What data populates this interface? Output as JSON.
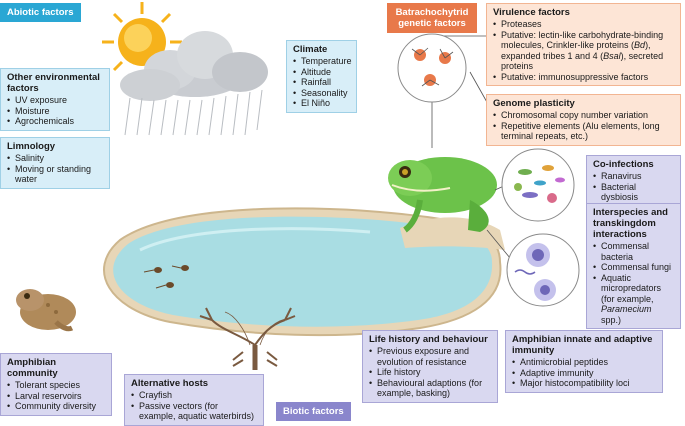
{
  "tags": {
    "abiotic": "Abiotic factors",
    "genetic": "Batrachochytrid genetic factors",
    "biotic": "Biotic factors"
  },
  "boxes": {
    "other_env": {
      "title": "Other environmental factors",
      "items": [
        "UV exposure",
        "Moisture",
        "Agrochemicals"
      ]
    },
    "limnology": {
      "title": "Limnology",
      "items": [
        "Salinity",
        "Moving or standing water"
      ]
    },
    "climate": {
      "title": "Climate",
      "items": [
        "Temperature",
        "Altitude",
        "Rainfall",
        "Seasonality",
        "El Niño"
      ]
    },
    "virulence": {
      "title": "Virulence factors",
      "items": [
        "Proteases",
        "Putative: lectin-like carbohydrate-binding molecules, Crinkler-like proteins (",
        "Putative: immunosuppressive factors"
      ],
      "item2_bd": "Bd",
      "item2_mid": "), expanded tribes 1 and 4 (",
      "item2_bsal": "Bsal",
      "item2_end": "), secreted proteins"
    },
    "genome": {
      "title": "Genome plasticity",
      "items": [
        "Chromosomal copy number variation",
        "Repetitive elements (Alu elements, long terminal repeats, etc.)"
      ]
    },
    "coinfections": {
      "title": "Co-infections",
      "items": [
        "Ranavirus",
        "Bacterial dysbiosis"
      ]
    },
    "interspecies": {
      "title": "Interspecies and transkingdom interactions",
      "items": [
        "Commensal bacteria",
        "Commensal fungi",
        "Aquatic micropredators (for example, "
      ],
      "item3_genus": "Paramecium",
      "item3_end": " spp.)"
    },
    "community": {
      "title": "Amphibian community",
      "items": [
        "Tolerant species",
        "Larval reservoirs",
        "Community diversity"
      ]
    },
    "hosts": {
      "title": "Alternative hosts",
      "items": [
        "Crayfish",
        "Passive vectors (for example, aquatic waterbirds)"
      ]
    },
    "life": {
      "title": "Life history and behaviour",
      "items": [
        "Previous exposure and evolution of resistance",
        "Life history",
        "Behavioural adaptions (for example, basking)"
      ]
    },
    "immunity": {
      "title": "Amphibian innate and adaptive immunity",
      "items": [
        "Antimicrobial peptides",
        "Adaptive immunity",
        "Major histocompatibility loci"
      ]
    }
  },
  "colors": {
    "abiotic_tag": "#2aa7d4",
    "genetic_tag": "#e8794a",
    "biotic_tag": "#8a86cc",
    "pond": "#a9dde3",
    "frog": "#6cc24a",
    "sun": "#f6b21b"
  },
  "icons": [
    "sun-icon",
    "cloud-icon",
    "rain-icon",
    "frog-icon",
    "toad-icon",
    "crayfish-icon",
    "tadpole-icon",
    "chytrid-zoospore-icon",
    "microbe-icon",
    "immune-cell-icon"
  ]
}
